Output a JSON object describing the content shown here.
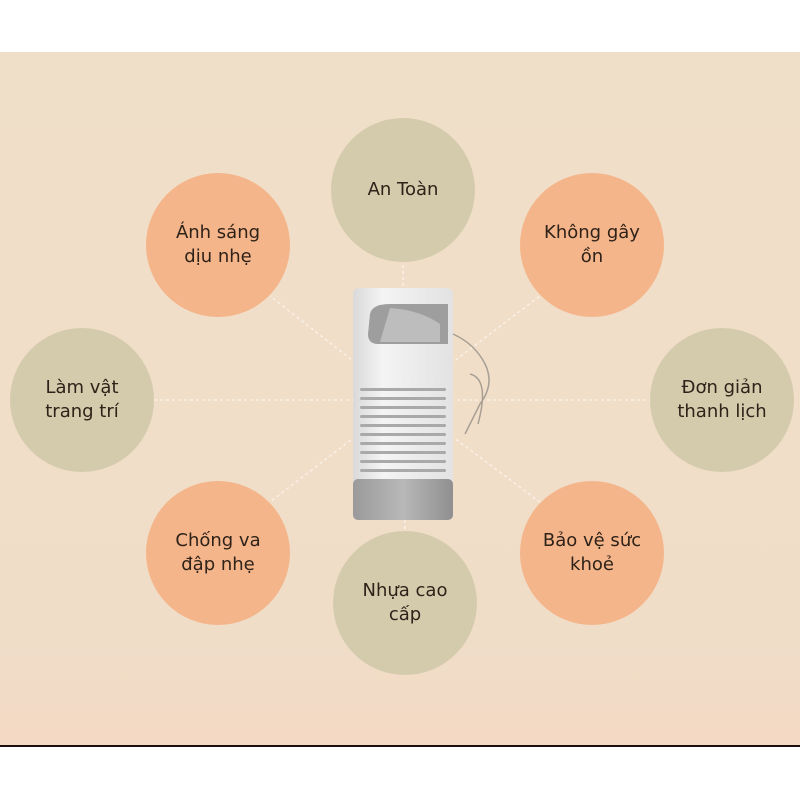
{
  "colors": {
    "background": "#f0dfc8",
    "orange": "#f4b58a",
    "olive": "#d4cbad",
    "text": "#2e2219"
  },
  "features": [
    {
      "id": "an-toan",
      "lines": [
        "An Toàn"
      ],
      "color": "olive"
    },
    {
      "id": "anh-sang",
      "lines": [
        "Ánh sáng",
        "dịu nhẹ"
      ],
      "color": "orange"
    },
    {
      "id": "khong-gay-on",
      "lines": [
        "Không gây",
        "ồn"
      ],
      "color": "orange"
    },
    {
      "id": "lam-vat-trang-tri",
      "lines": [
        "Làm vật",
        "trang trí"
      ],
      "color": "olive"
    },
    {
      "id": "don-gian",
      "lines": [
        "Đơn giản",
        "thanh lịch"
      ],
      "color": "olive"
    },
    {
      "id": "chong-va",
      "lines": [
        "Chống va",
        "đập nhẹ"
      ],
      "color": "orange"
    },
    {
      "id": "bao-ve",
      "lines": [
        "Bảo vệ sức",
        "khoẻ"
      ],
      "color": "orange"
    },
    {
      "id": "nhua-cao-cap",
      "lines": [
        "Nhựa cao",
        "cấp"
      ],
      "color": "olive"
    }
  ]
}
